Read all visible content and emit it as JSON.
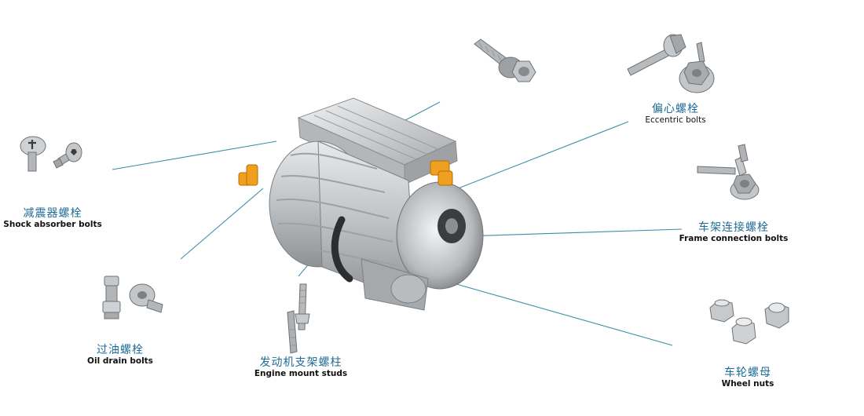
{
  "labels": {
    "eccentric": {
      "zh": "偏心螺栓",
      "en": "Eccentric bolts"
    },
    "shock": {
      "zh": "减震器螺栓",
      "en": "Shock absorber bolts"
    },
    "frame": {
      "zh": "车架连接螺栓",
      "en": "Frame connection bolts"
    },
    "oil": {
      "zh": "过油螺栓",
      "en": "Oil drain bolts"
    },
    "engine": {
      "zh": "发动机支架螺柱",
      "en": "Engine mount studs"
    },
    "wheel": {
      "zh": "车轮螺母",
      "en": "Wheel nuts"
    }
  },
  "colors": {
    "label_zh": "#1f6c96",
    "label_en": "#111111",
    "leader_line": "#3d8ea8",
    "motor_body": "#c9cbcd",
    "connector": "#f0a020"
  }
}
